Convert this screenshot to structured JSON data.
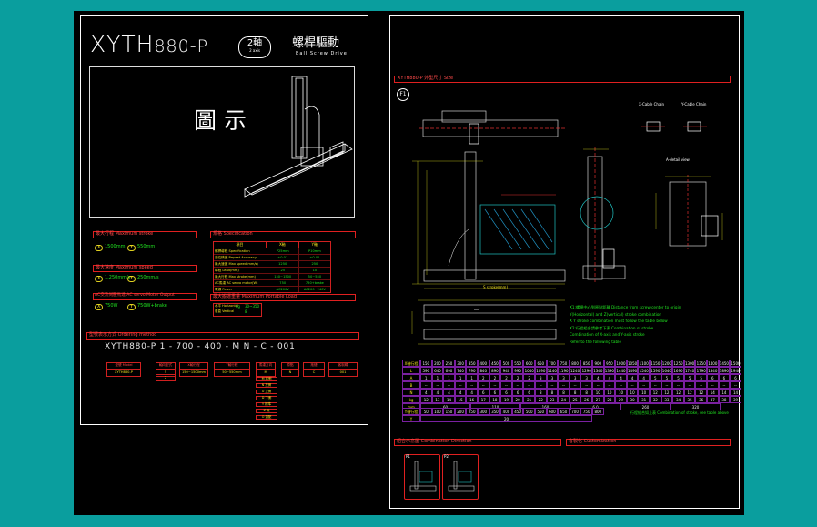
{
  "left": {
    "model_main": "XYTH",
    "model_num": "880-P",
    "axis_badge": "2軸",
    "axis_sub": "2 axis",
    "title_cn": "螺桿驅動",
    "title_en": "Ball Screw Drive",
    "image_label": "圖 示",
    "sections": {
      "stroke": "最大行程 Maximum stroke",
      "stroke_x": "X",
      "stroke_x_val": "1500mm",
      "stroke_y": "Y",
      "stroke_y_val": "550mm",
      "speed": "最大速度 Maximum speed",
      "speed_x": "X",
      "speed_x_val": "1,250mm/s",
      "speed_y": "Y",
      "speed_y_val": "250mm/s",
      "motor": "AC交流伺服馬達 AC servo Motor Output",
      "motor_x": "X",
      "motor_x_val": "750W",
      "motor_y": "Y",
      "motor_y_val": "750W+brake",
      "spec": "規格 Specification",
      "load": "最大搬運重量 Maximum Portable Load",
      "order": "型號表示方式 Ordering method"
    },
    "spec_table": {
      "headers": [
        "項目",
        "X軸",
        "Y軸"
      ],
      "rows": [
        [
          "螺桿導程 Specification",
          "P25mm",
          "P10mm"
        ],
        [
          "定位精度 Repeat Accuracy",
          "±0.01",
          "±0.01"
        ],
        [
          "最大速度 Max speed(mm/s)",
          "1250",
          "250"
        ],
        [
          "導程 Lead(mm)",
          "25",
          "10"
        ],
        [
          "最大行程 Max stroke(mm)",
          "150~1500",
          "50~550"
        ],
        [
          "AC馬達 AC servo motor(W)",
          "750",
          "750+brake"
        ],
        [
          "電源 Power",
          "AC200V",
          "AC200~240V"
        ]
      ]
    },
    "load_table": {
      "label": "水平 Horizontal",
      "unit": "kg",
      "value": "30~350",
      "label2": "垂直 Vertical",
      "value2": "8"
    },
    "order_code": "XYTH880-P  1 - 700 - 400 - M  N - C - 001",
    "order_boxes": [
      {
        "label": "型號 Model",
        "value": "XYTH880-P"
      },
      {
        "label": "軸向型式",
        "value": "1"
      },
      {
        "label": "X軸行程",
        "value": "150~1500mm"
      },
      {
        "label": "Y軸行程",
        "value": "50~550mm"
      },
      {
        "label": "馬達方向",
        "value": "M"
      },
      {
        "label": "原點",
        "value": "N"
      },
      {
        "label": "拖鏈",
        "value": "C"
      },
      {
        "label": "客制碼",
        "value": "001"
      }
    ],
    "order_sub": [
      "1",
      "2"
    ],
    "motor_opts": [
      "M 右側",
      "N 左側",
      "U 上側",
      "D 下側",
      "Y 標準",
      "Z 無",
      "O 選配"
    ]
  },
  "right": {
    "header": "XYTH880-P 外型尺寸 Size",
    "circle_label": "F1",
    "label_cable_x": "X-Cable Chain",
    "label_cable_y": "Y-Cable Chain",
    "label_detail": "A-detail view",
    "stroke_label": "S stroke(mm)",
    "notes": [
      "X1:螺桿中心到原點距離 Distance from screw center to origin",
      "  Y(Horizontal) and Z(vertical) stroke combination",
      "  X Y stroke combination must follow the table below",
      "X2:行程組合請參考下表 Combination of stroke",
      "  Combination of X-axis and Y-axis stroke",
      "  Refer to the following table"
    ],
    "table1_head": [
      "X軸行程",
      "150",
      "200",
      "250",
      "300",
      "350",
      "400",
      "450",
      "500",
      "550",
      "600",
      "650",
      "700",
      "750",
      "800",
      "850",
      "900",
      "950",
      "1000",
      "1050",
      "1100",
      "1150",
      "1200",
      "1250",
      "1300",
      "1350",
      "1400",
      "1450",
      "1500"
    ],
    "table1_rows": [
      [
        "L",
        "590",
        "640",
        "690",
        "740",
        "790",
        "840",
        "890",
        "940",
        "990",
        "1040",
        "1090",
        "1140",
        "1190",
        "1240",
        "1290",
        "1340",
        "1390",
        "1440",
        "1490",
        "1540",
        "1590",
        "1640",
        "1690",
        "1740",
        "1790",
        "1840",
        "1890",
        "1940"
      ],
      [
        "A",
        "1",
        "1",
        "1",
        "1",
        "1",
        "2",
        "2",
        "2",
        "2",
        "2",
        "3",
        "3",
        "3",
        "3",
        "3",
        "4",
        "4",
        "4",
        "4",
        "4",
        "5",
        "5",
        "5",
        "5",
        "5",
        "6",
        "6",
        "6"
      ],
      [
        "B",
        "--",
        "--",
        "--",
        "--",
        "--",
        "--",
        "--",
        "--",
        "--",
        "--",
        "--",
        "--",
        "--",
        "--",
        "--",
        "--",
        "--",
        "--",
        "--",
        "--",
        "--",
        "--",
        "--",
        "--",
        "--",
        "--",
        "--",
        "--"
      ],
      [
        "N",
        "4",
        "4",
        "4",
        "4",
        "4",
        "6",
        "6",
        "6",
        "6",
        "6",
        "8",
        "8",
        "8",
        "8",
        "8",
        "10",
        "10",
        "10",
        "10",
        "10",
        "12",
        "12",
        "12",
        "12",
        "12",
        "14",
        "14",
        "14"
      ],
      [
        "kg",
        "12",
        "13",
        "14",
        "15",
        "16",
        "17",
        "18",
        "19",
        "20",
        "21",
        "22",
        "23",
        "24",
        "25",
        "26",
        "27",
        "28",
        "29",
        "30",
        "31",
        "32",
        "33",
        "34",
        "35",
        "36",
        "37",
        "38",
        "39"
      ]
    ],
    "table1_extra": [
      "mm",
      "60",
      "110",
      "160",
      "6.0",
      "260",
      "320"
    ],
    "table2_head": [
      "Y軸行程",
      "50",
      "100",
      "150",
      "200",
      "250",
      "300",
      "350",
      "400",
      "450",
      "500",
      "550",
      "600",
      "650",
      "700",
      "750",
      "800"
    ],
    "table2_note": "行程組合如上表 Combination of stroke, see table above",
    "table2_row": [
      "Y",
      "20"
    ],
    "footer_left": "組合示意圖 Combination Direction",
    "footer_right": "客製化 Customization",
    "thumb_labels": [
      "P1",
      "P2"
    ]
  }
}
